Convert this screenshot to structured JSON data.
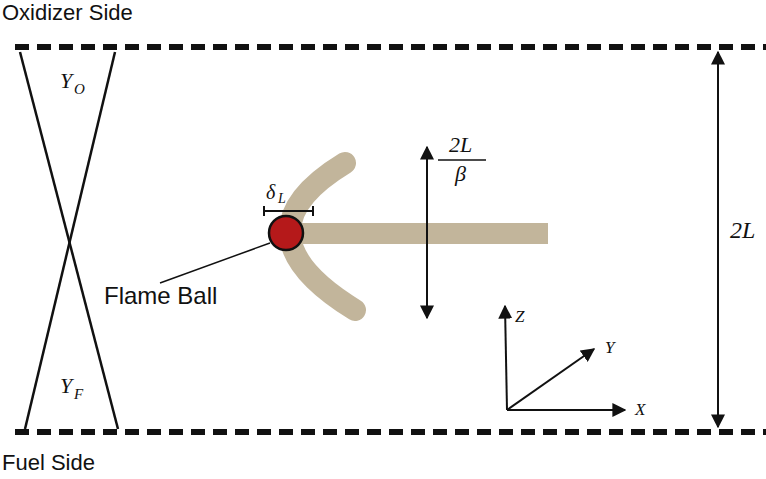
{
  "diagram": {
    "labels": [
      "Oxidizer Side",
      "Y",
      "O",
      "Y",
      "F",
      "δ",
      "L",
      "2L",
      "β",
      "2L",
      "Flame Ball",
      "Z",
      "Y",
      "X",
      "Fuel Side"
    ]
  }
}
